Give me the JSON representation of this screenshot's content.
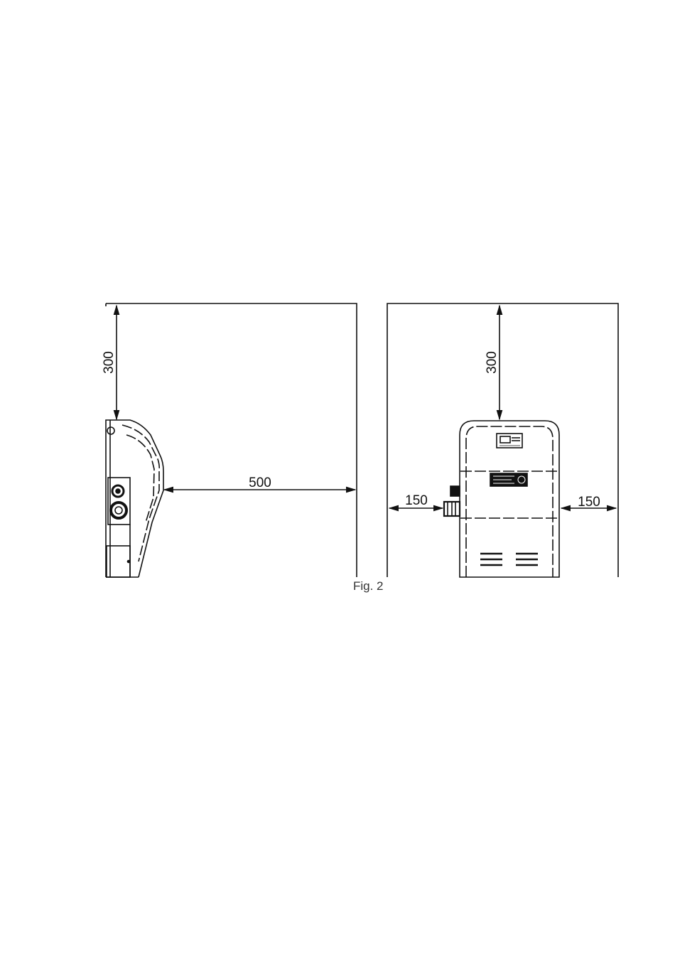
{
  "figure": {
    "caption": "Fig. 2",
    "side_view": {
      "top_clearance": "300",
      "front_clearance": "500"
    },
    "front_view": {
      "top_clearance": "300",
      "left_clearance": "150",
      "right_clearance": "150"
    }
  }
}
